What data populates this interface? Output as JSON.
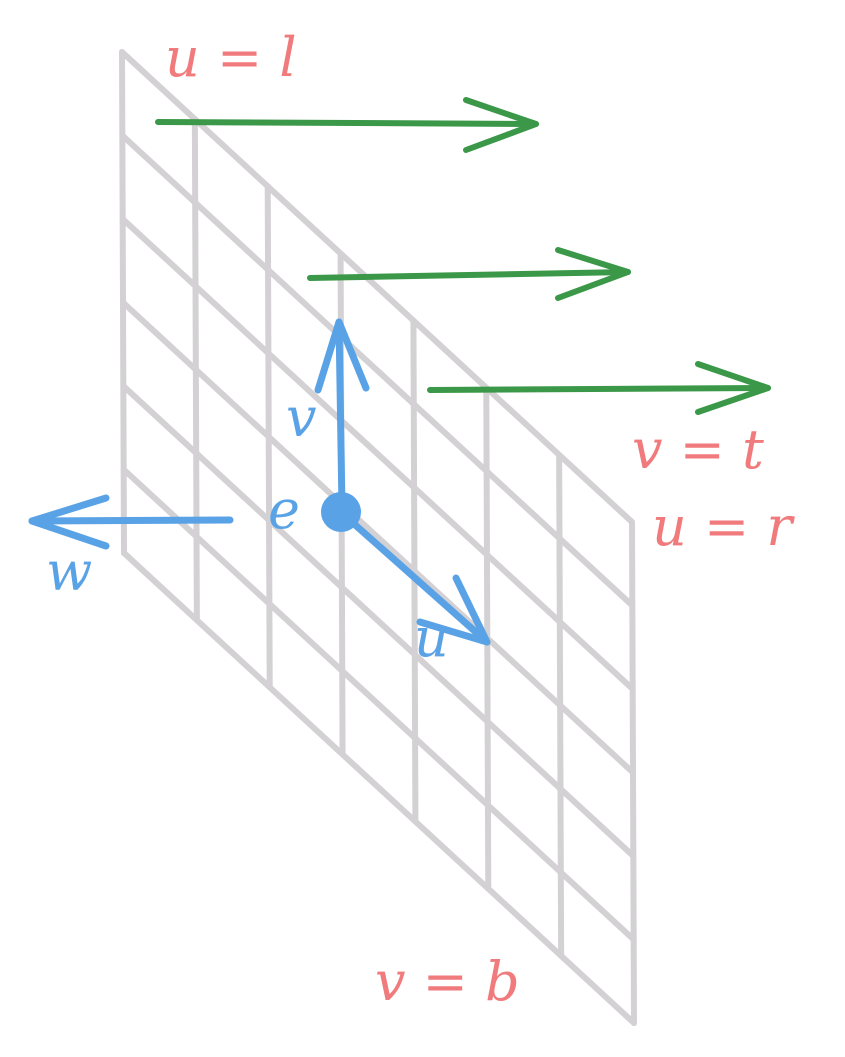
{
  "colors": {
    "grid": "#d3d1d3",
    "axis": "#5aa2e6",
    "ray": "#3a9848",
    "bound": "#f07a7c"
  },
  "labels": {
    "u_left": "u = l",
    "u_right": "u = r",
    "v_top": "v = t",
    "v_bottom": "v = b",
    "origin": "e",
    "axis_u": "u",
    "axis_v": "v",
    "axis_w": "w"
  },
  "grid": {
    "columns": 7,
    "rows": 6
  },
  "rays": {
    "count": 3,
    "icon": "arrow-right-icon"
  }
}
